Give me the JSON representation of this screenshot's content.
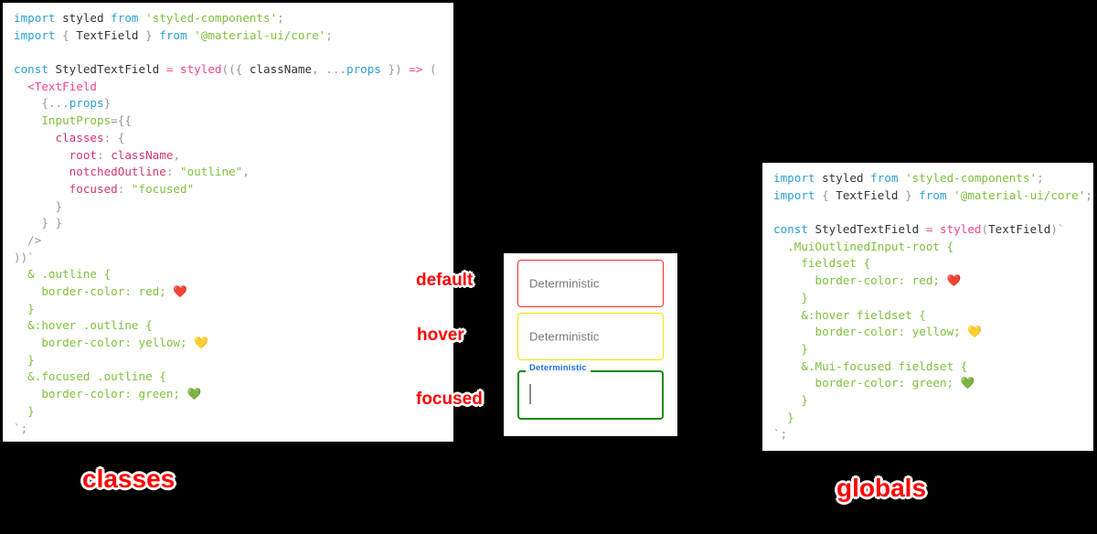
{
  "panels": {
    "classes": {
      "title": "classes",
      "lines": [
        [
          {
            "t": "import ",
            "c": "kw"
          },
          {
            "t": "styled",
            "c": "plain"
          },
          {
            "t": " from ",
            "c": "kw"
          },
          {
            "t": "'styled-components'",
            "c": "str"
          },
          {
            "t": ";",
            "c": "punct"
          }
        ],
        [
          {
            "t": "import ",
            "c": "kw"
          },
          {
            "t": "{ ",
            "c": "punct"
          },
          {
            "t": "TextField",
            "c": "plain"
          },
          {
            "t": " }",
            "c": "punct"
          },
          {
            "t": " from ",
            "c": "kw"
          },
          {
            "t": "'@material-ui/core'",
            "c": "str"
          },
          {
            "t": ";",
            "c": "punct"
          }
        ],
        [],
        [
          {
            "t": "const ",
            "c": "kw"
          },
          {
            "t": "StyledTextField",
            "c": "plain"
          },
          {
            "t": " = ",
            "c": "fn"
          },
          {
            "t": "styled",
            "c": "fn"
          },
          {
            "t": "(({ ",
            "c": "punct"
          },
          {
            "t": "className",
            "c": "plain"
          },
          {
            "t": ", ",
            "c": "punct"
          },
          {
            "t": "...",
            "c": "punct"
          },
          {
            "t": "props",
            "c": "var"
          },
          {
            "t": " }) ",
            "c": "punct"
          },
          {
            "t": "=> ",
            "c": "fn"
          },
          {
            "t": "(",
            "c": "punct"
          }
        ],
        [
          {
            "t": "  ",
            "c": "plain"
          },
          {
            "t": "<TextField",
            "c": "tag"
          }
        ],
        [
          {
            "t": "    ",
            "c": "plain"
          },
          {
            "t": "{...",
            "c": "punct"
          },
          {
            "t": "props",
            "c": "var"
          },
          {
            "t": "}",
            "c": "punct"
          }
        ],
        [
          {
            "t": "    ",
            "c": "plain"
          },
          {
            "t": "InputProps",
            "c": "green"
          },
          {
            "t": "={{",
            "c": "punct"
          }
        ],
        [
          {
            "t": "      ",
            "c": "plain"
          },
          {
            "t": "classes",
            "c": "prop"
          },
          {
            "t": ": {",
            "c": "punct"
          }
        ],
        [
          {
            "t": "        ",
            "c": "plain"
          },
          {
            "t": "root",
            "c": "prop"
          },
          {
            "t": ": ",
            "c": "punct"
          },
          {
            "t": "className",
            "c": "prop"
          },
          {
            "t": ",",
            "c": "punct"
          }
        ],
        [
          {
            "t": "        ",
            "c": "plain"
          },
          {
            "t": "notchedOutline",
            "c": "prop"
          },
          {
            "t": ": ",
            "c": "punct"
          },
          {
            "t": "\"outline\"",
            "c": "str"
          },
          {
            "t": ",",
            "c": "punct"
          }
        ],
        [
          {
            "t": "        ",
            "c": "plain"
          },
          {
            "t": "focused",
            "c": "prop"
          },
          {
            "t": ": ",
            "c": "punct"
          },
          {
            "t": "\"focused\"",
            "c": "str"
          }
        ],
        [
          {
            "t": "      }",
            "c": "punct"
          }
        ],
        [
          {
            "t": "    } }",
            "c": "punct"
          }
        ],
        [
          {
            "t": "  />",
            "c": "punct"
          }
        ],
        [
          {
            "t": "))`",
            "c": "punct"
          }
        ],
        [
          {
            "t": "  ",
            "c": "plain"
          },
          {
            "t": "& .outline {",
            "c": "css"
          }
        ],
        [
          {
            "t": "    ",
            "c": "plain"
          },
          {
            "t": "border-color: red;",
            "c": "css"
          },
          {
            "t": " ❤️",
            "c": "plain"
          }
        ],
        [
          {
            "t": "  }",
            "c": "css"
          }
        ],
        [
          {
            "t": "  ",
            "c": "plain"
          },
          {
            "t": "&:hover .outline {",
            "c": "css"
          }
        ],
        [
          {
            "t": "    ",
            "c": "plain"
          },
          {
            "t": "border-color: yellow;",
            "c": "css"
          },
          {
            "t": " 💛",
            "c": "plain"
          }
        ],
        [
          {
            "t": "  }",
            "c": "css"
          }
        ],
        [
          {
            "t": "  ",
            "c": "plain"
          },
          {
            "t": "&.focused .outline {",
            "c": "css"
          }
        ],
        [
          {
            "t": "    ",
            "c": "plain"
          },
          {
            "t": "border-color: green;",
            "c": "css"
          },
          {
            "t": " 💚",
            "c": "plain"
          }
        ],
        [
          {
            "t": "  }",
            "c": "css"
          }
        ],
        [
          {
            "t": "`;",
            "c": "punct"
          }
        ]
      ]
    },
    "globals": {
      "title": "globals",
      "lines": [
        [
          {
            "t": "import ",
            "c": "kw"
          },
          {
            "t": "styled",
            "c": "plain"
          },
          {
            "t": " from ",
            "c": "kw"
          },
          {
            "t": "'styled-components'",
            "c": "str"
          },
          {
            "t": ";",
            "c": "punct"
          }
        ],
        [
          {
            "t": "import ",
            "c": "kw"
          },
          {
            "t": "{ ",
            "c": "punct"
          },
          {
            "t": "TextField",
            "c": "plain"
          },
          {
            "t": " }",
            "c": "punct"
          },
          {
            "t": " from ",
            "c": "kw"
          },
          {
            "t": "'@material-ui/core'",
            "c": "str"
          },
          {
            "t": ";",
            "c": "punct"
          }
        ],
        [],
        [
          {
            "t": "const ",
            "c": "kw"
          },
          {
            "t": "StyledTextField",
            "c": "plain"
          },
          {
            "t": " = ",
            "c": "fn"
          },
          {
            "t": "styled",
            "c": "fn"
          },
          {
            "t": "(",
            "c": "punct"
          },
          {
            "t": "TextField",
            "c": "plain"
          },
          {
            "t": ")`",
            "c": "punct"
          }
        ],
        [
          {
            "t": "  ",
            "c": "plain"
          },
          {
            "t": ".MuiOutlinedInput-root {",
            "c": "css"
          }
        ],
        [
          {
            "t": "    ",
            "c": "plain"
          },
          {
            "t": "fieldset {",
            "c": "css"
          }
        ],
        [
          {
            "t": "      ",
            "c": "plain"
          },
          {
            "t": "border-color: red;",
            "c": "css"
          },
          {
            "t": " ❤️",
            "c": "plain"
          }
        ],
        [
          {
            "t": "    }",
            "c": "css"
          }
        ],
        [
          {
            "t": "    ",
            "c": "plain"
          },
          {
            "t": "&:hover fieldset {",
            "c": "css"
          }
        ],
        [
          {
            "t": "      ",
            "c": "plain"
          },
          {
            "t": "border-color: yellow;",
            "c": "css"
          },
          {
            "t": " 💛",
            "c": "plain"
          }
        ],
        [
          {
            "t": "    }",
            "c": "css"
          }
        ],
        [
          {
            "t": "    ",
            "c": "plain"
          },
          {
            "t": "&.Mui-focused fieldset {",
            "c": "css"
          }
        ],
        [
          {
            "t": "      ",
            "c": "plain"
          },
          {
            "t": "border-color: green;",
            "c": "css"
          },
          {
            "t": " 💚",
            "c": "plain"
          }
        ],
        [
          {
            "t": "    }",
            "c": "css"
          }
        ],
        [
          {
            "t": "  }",
            "c": "css"
          }
        ],
        [
          {
            "t": "`;",
            "c": "punct"
          }
        ]
      ]
    }
  },
  "annotations": {
    "default": "default",
    "hover": "hover",
    "focused": "focused"
  },
  "preview": {
    "fields": [
      {
        "state": "default",
        "label": "Deterministic",
        "border_color": "#ff2a2a"
      },
      {
        "state": "hover",
        "label": "Deterministic",
        "border_color": "#f5e400"
      },
      {
        "state": "focused",
        "label": "Deterministic",
        "border_color": "#118a11",
        "label_color": "#1a73e8",
        "value": ""
      }
    ]
  },
  "colors": {
    "red": "#ff2a2a",
    "yellow": "#f5e400",
    "green": "#118a11",
    "annotation": "#ff0000",
    "focused_label": "#1a73e8",
    "background": "#000000",
    "panel": "#ffffff"
  }
}
